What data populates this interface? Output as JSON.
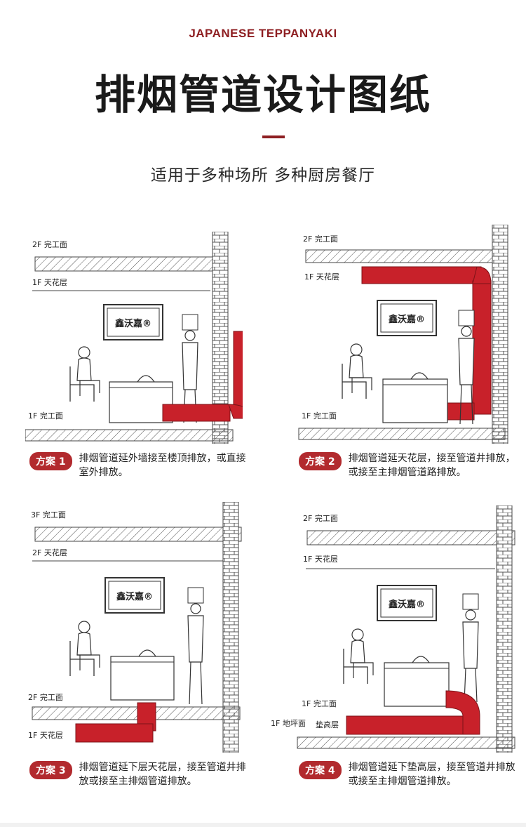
{
  "header": {
    "eyebrow": "JAPANESE TEPPANYAKI",
    "title": "排烟管道设计图纸",
    "subtitle": "适用于多种场所 多种厨房餐厅"
  },
  "colors": {
    "accent": "#8e1f22",
    "duct": "#c8212a",
    "badge": "#b22a2e"
  },
  "panels": [
    {
      "labels": {
        "top": "2F 完工面",
        "mid": "1F 天花层",
        "floor": "1F 完工面"
      },
      "sign": "鑫沃嘉®",
      "badge": "方案 1",
      "caption": "排烟管道延外墙接至楼顶排放，或直接室外排放。"
    },
    {
      "labels": {
        "top": "2F 完工面",
        "mid": "1F 天花层",
        "floor": "1F 完工面"
      },
      "sign": "鑫沃嘉®",
      "badge": "方案 2",
      "caption": "排烟管道延天花层，接至管道井排放，或接至主排烟管道路排放。"
    },
    {
      "labels": {
        "top": "3F 完工面",
        "mid": "2F 天花层",
        "floor": "2F 完工面",
        "below": "1F 天花层"
      },
      "sign": "鑫沃嘉®",
      "badge": "方案 3",
      "caption": "排烟管道延下层天花层，接至管道井排放或接至主排烟管道排放。"
    },
    {
      "labels": {
        "top": "2F 完工面",
        "mid": "1F 天花层",
        "floor": "1F 完工面",
        "ground": "1F 地坪面",
        "raised": "垫高层"
      },
      "sign": "鑫沃嘉®",
      "badge": "方案 4",
      "caption": "排烟管道延下垫高层，接至管道井排放或接至主排烟管道排放。"
    }
  ]
}
